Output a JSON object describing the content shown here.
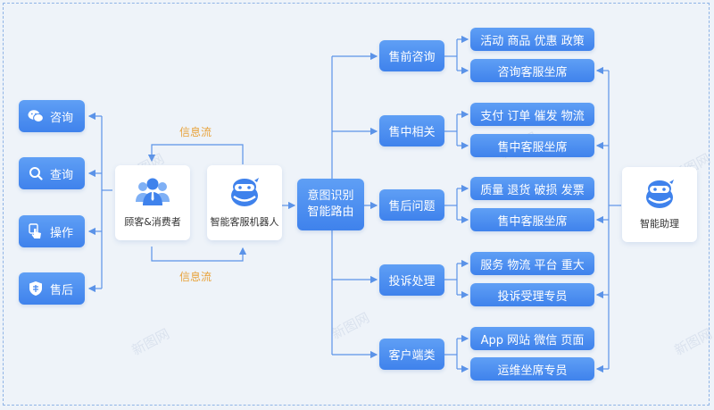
{
  "channels": [
    {
      "label": "咨询",
      "icon": "wechat-icon"
    },
    {
      "label": "查询",
      "icon": "search-icon"
    },
    {
      "label": "操作",
      "icon": "hand-pointer-icon"
    },
    {
      "label": "售后",
      "icon": "shield-icon"
    }
  ],
  "consumer": {
    "label": "顾客&消费者",
    "icon": "users-icon"
  },
  "robot": {
    "label": "智能客服机器人",
    "icon": "robot-icon"
  },
  "info_flow_top": "信息流",
  "info_flow_bottom": "信息流",
  "intent": {
    "line1": "意图识别",
    "line2": "智能路由"
  },
  "categories": [
    {
      "label": "售前咨询",
      "topics": "活动 商品 优惠 政策",
      "agent": "咨询客服坐席"
    },
    {
      "label": "售中相关",
      "topics": "支付 订单 催发 物流",
      "agent": "售中客服坐席"
    },
    {
      "label": "售后问题",
      "topics": "质量 退货 破损 发票",
      "agent": "售中客服坐席"
    },
    {
      "label": "投诉处理",
      "topics": "服务 物流 平台 重大",
      "agent": "投诉受理专员"
    },
    {
      "label": "客户端类",
      "topics": "App 网站 微信 页面",
      "agent": "运维坐席专员"
    }
  ],
  "assistant": {
    "label": "智能助理",
    "icon": "robot-icon"
  },
  "watermark": "新图网",
  "colors": {
    "accent": "#4a8cf0",
    "line": "#5b93e8",
    "flow": "#e8a33c"
  }
}
